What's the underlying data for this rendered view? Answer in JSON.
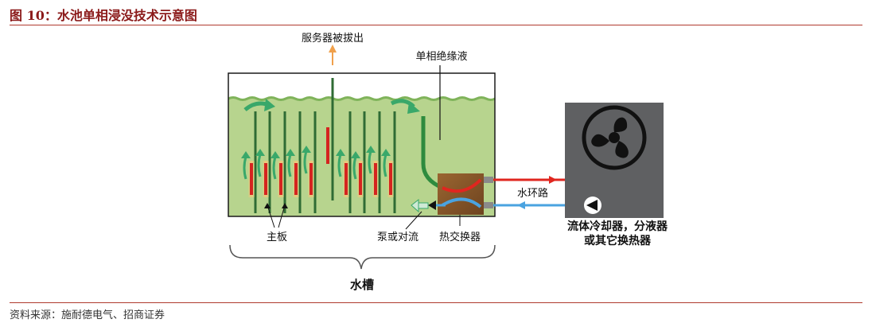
{
  "figure": {
    "title": "图 10：水池单相浸没技术示意图",
    "source": "资料来源：施耐德电气、招商证券"
  },
  "labels": {
    "server_pulled": "服务器被拔出",
    "single_phase_liquid": "单相绝缘液",
    "water_loop": "水环路",
    "cooler_line1": "流体冷却器，分液器",
    "cooler_line2": "或其它换热器",
    "board": "主板",
    "pump": "泵或对流",
    "heat_exchanger": "热交换器",
    "tank": "水槽"
  },
  "colors": {
    "title": "#8b1a1a",
    "rule": "#b03a2e",
    "tank_fill": "#b7d48e",
    "liquid_surface": "#7fb35a",
    "board": "#2f6b34",
    "chip": "#d4241f",
    "chip_glow": "#f2c77a",
    "flow_arrow": "#39a86a",
    "heat_exchanger": "#8a5a2b",
    "hot_pipe": "#e0261f",
    "cold_pipe": "#4aa3e0",
    "cooler_box": "#5f6062",
    "pull_arrow": "#f0a04b"
  },
  "icons": {
    "fan": "fan-icon",
    "pump": "pump-icon"
  }
}
